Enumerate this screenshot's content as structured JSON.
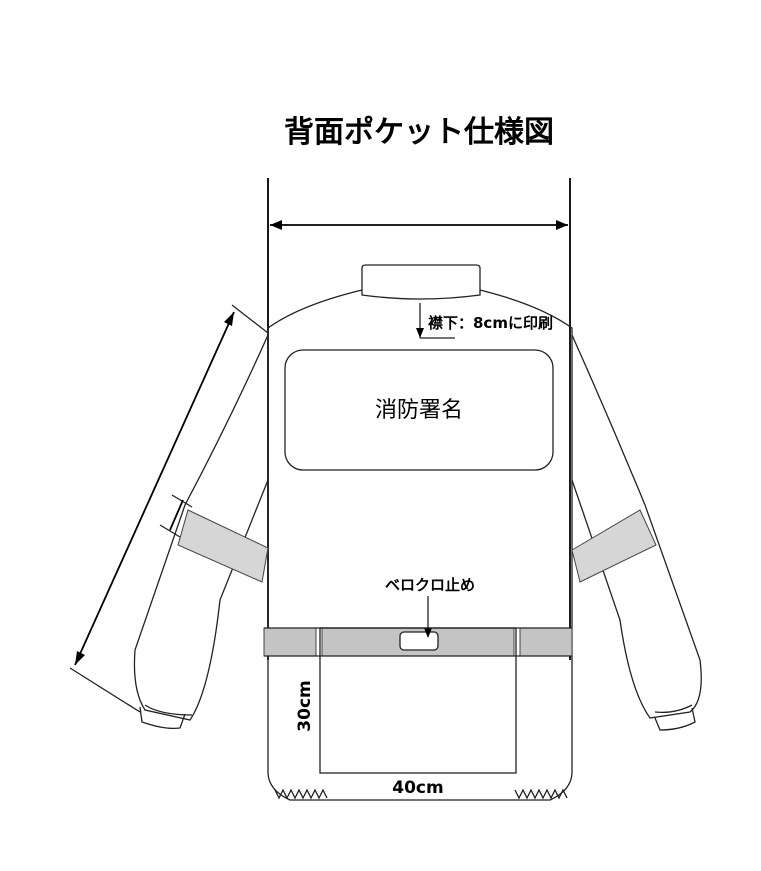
{
  "title": "背面ポケット仕様図",
  "labels": {
    "collar_note": "襟下：8cmに印刷",
    "station_name": "消防署名",
    "velcro": "ベロクロ止め",
    "pocket_height": "30cm",
    "pocket_width": "40cm"
  }
}
